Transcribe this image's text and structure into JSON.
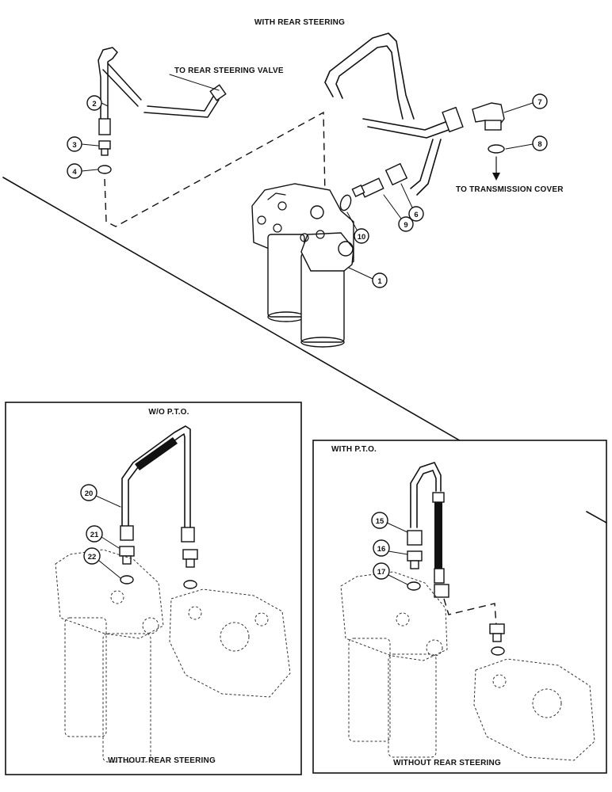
{
  "main": {
    "heading": "WITH REAR STEERING",
    "to_rear_steering_valve": "TO REAR STEERING VALVE",
    "to_transmission_cover": "TO TRANSMISSION COVER",
    "callouts": [
      "1",
      "2",
      "3",
      "4",
      "6",
      "7",
      "8",
      "9",
      "10"
    ]
  },
  "inset_wo_pto": {
    "title": "W/O P.T.O.",
    "footer": "WITHOUT REAR STEERING",
    "callouts": [
      "20",
      "21",
      "22"
    ]
  },
  "inset_with_pto": {
    "title": "WITH P.T.O.",
    "footer": "WITHOUT REAR STEERING",
    "callouts": [
      "15",
      "16",
      "17"
    ]
  }
}
